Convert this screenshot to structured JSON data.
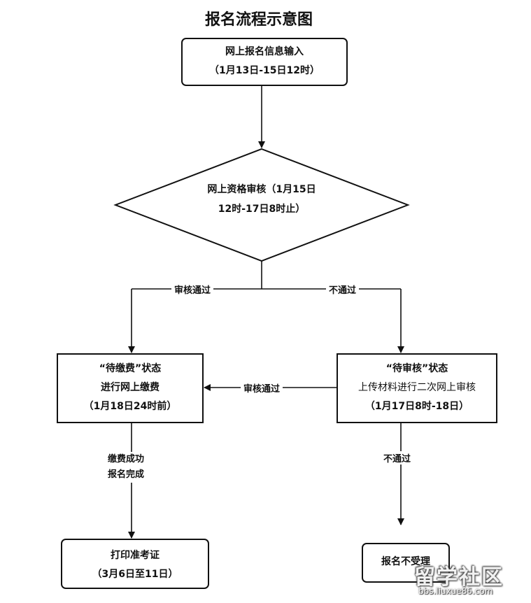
{
  "title": "报名流程示意图",
  "nodes": {
    "input": {
      "lines": [
        "网上报名信息输入",
        "（1月13日-15日12时）"
      ]
    },
    "review": {
      "lines": [
        "网上资格审核（1月15日",
        "12时-17日8时止）"
      ]
    },
    "payment": {
      "lines": [
        "“待缴费”状态",
        "进行网上缴费",
        "（1月18日24时前）"
      ]
    },
    "pending": {
      "lines": [
        "“待审核”状态",
        "上传材料进行二次网上审核",
        "（1月17日8时-18日）"
      ]
    },
    "print": {
      "lines": [
        "打印准考证",
        "（3月6日至11日）"
      ]
    },
    "reject": {
      "lines": [
        "报名不受理"
      ]
    }
  },
  "edges": {
    "pass_left": "审核通过",
    "fail_right": "不通过",
    "pass_second": "审核通过",
    "pay_success": [
      "缴费成功",
      "报名完成"
    ],
    "fail_second": "不通过"
  },
  "watermark": {
    "logo": "留学社区",
    "url": "bbs.liuxue86.com"
  }
}
